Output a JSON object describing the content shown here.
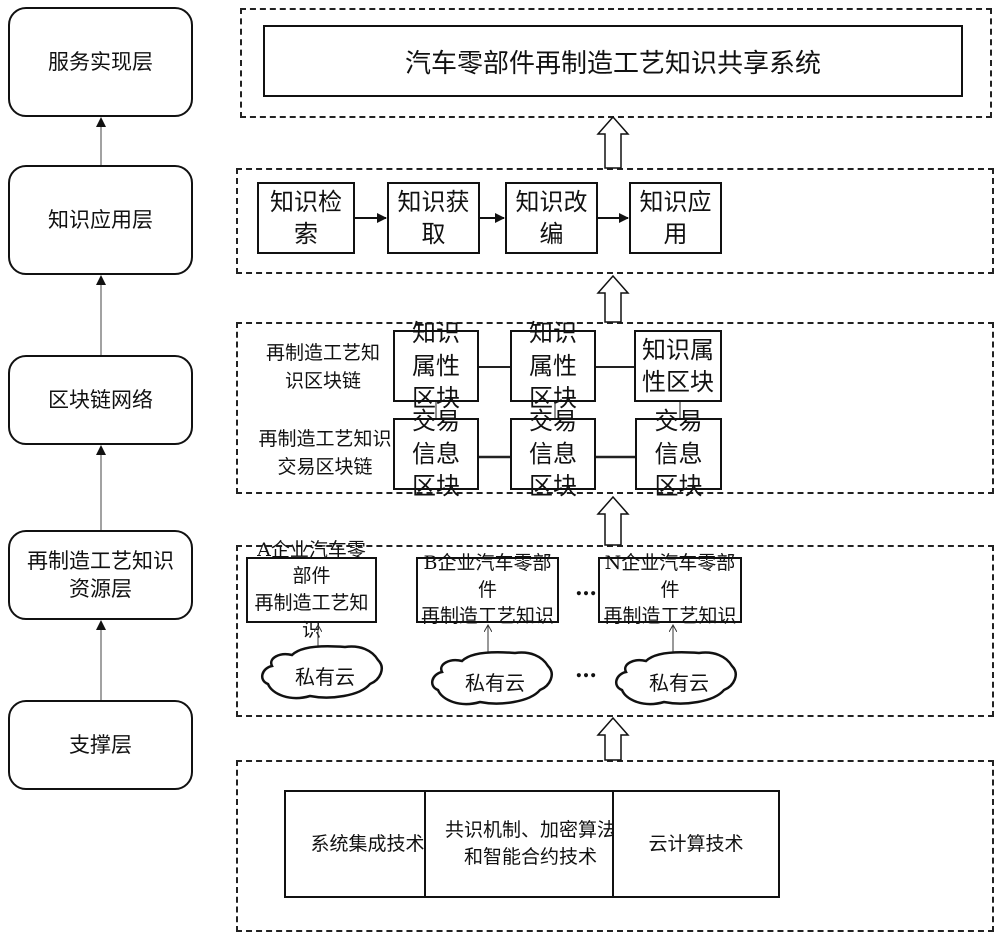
{
  "layers": [
    {
      "id": "service",
      "label": "服务实现层"
    },
    {
      "id": "application",
      "label": "知识应用层"
    },
    {
      "id": "blockchain",
      "label": "区块链网络"
    },
    {
      "id": "resource",
      "label": "再制造工艺知识资源层"
    },
    {
      "id": "support",
      "label": "支撑层"
    }
  ],
  "service_layer": {
    "system_title": "汽车零部件再制造工艺知识共享系统"
  },
  "application_layer": {
    "steps": [
      "知识检索",
      "知识获取",
      "知识改编",
      "知识应用"
    ]
  },
  "blockchain_layer": {
    "chain1_label": "再制造工艺知识区块链",
    "chain2_label": "再制造工艺知识交易区块链",
    "attribute_block": "知识属性区块",
    "transaction_block": "交易信息区块",
    "block_count": 3
  },
  "resource_layer": {
    "enterprises": [
      {
        "line1": "A企业汽车零部件",
        "line2": "再制造工艺知识",
        "cloud": "私有云"
      },
      {
        "line1": "B企业汽车零部件",
        "line2": "再制造工艺知识",
        "cloud": "私有云"
      },
      {
        "line1": "N企业汽车零部件",
        "line2": "再制造工艺知识",
        "cloud": "私有云"
      }
    ],
    "ellipsis": "…"
  },
  "support_layer": {
    "technologies": [
      "系统集成技术",
      "共识机制、加密算法和智能合约技术",
      "云计算技术"
    ]
  }
}
